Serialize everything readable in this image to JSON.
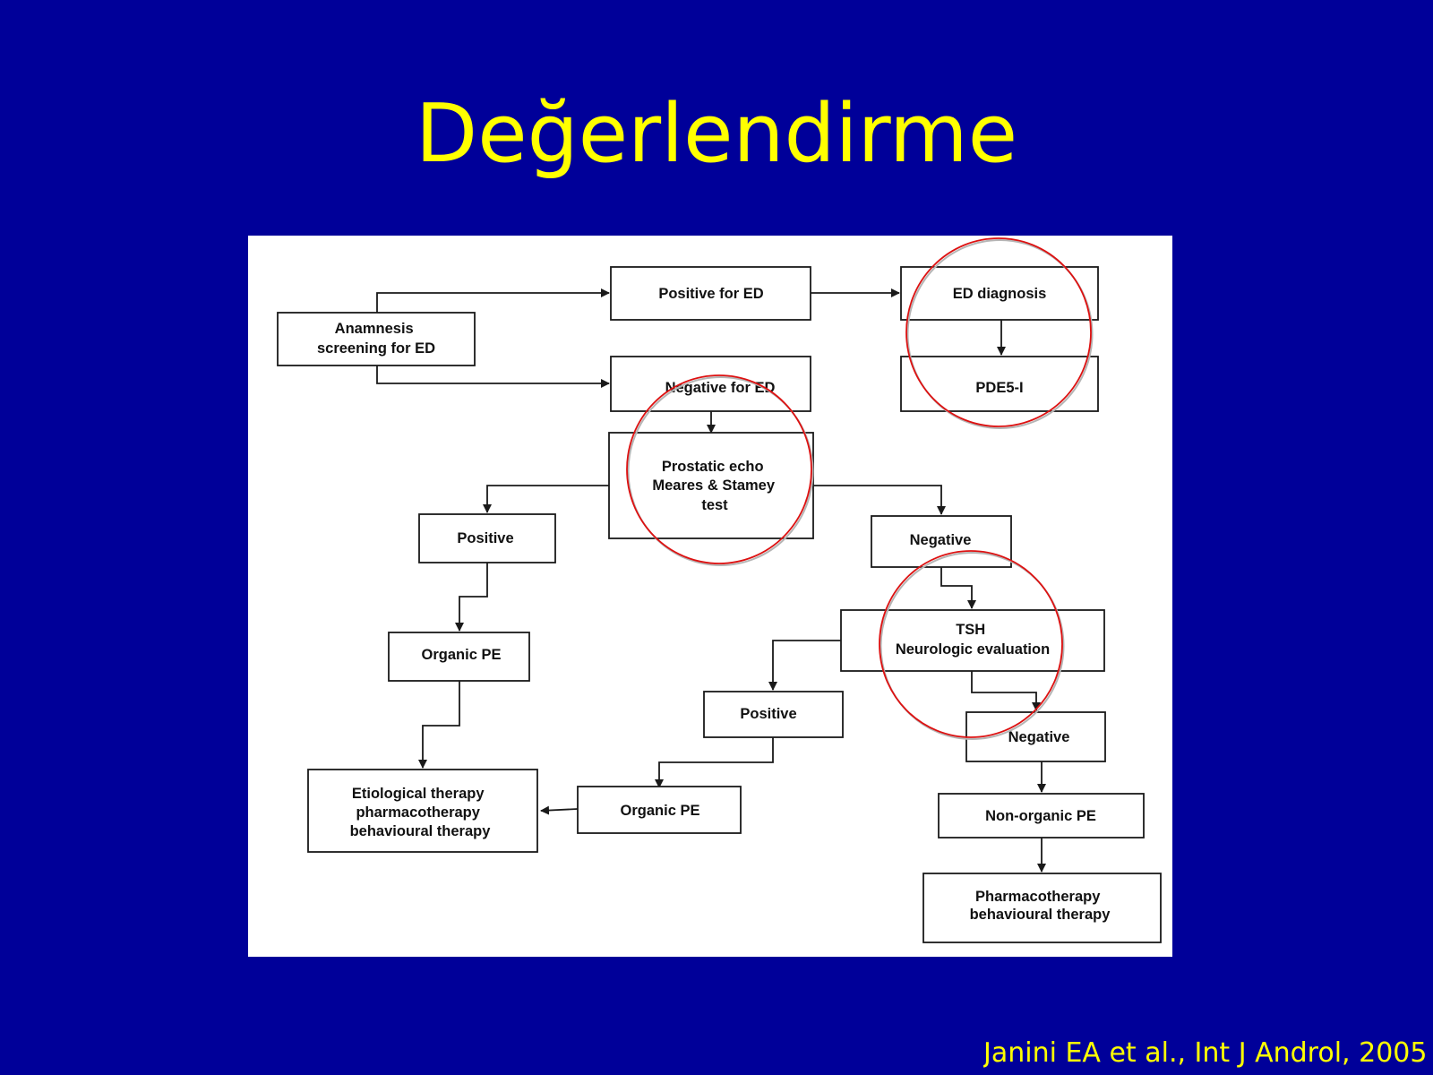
{
  "slide": {
    "title": "Değerlendirme",
    "citation": "Janini EA et al., Int J Androl, 2005"
  },
  "flowchart": {
    "boxes": {
      "anamnesis": [
        "Anamnesis",
        "screening for ED"
      ],
      "positive_ed": [
        "Positive for ED"
      ],
      "ed_diagnosis": [
        "ED diagnosis"
      ],
      "negative_ed": [
        "Negative for ED"
      ],
      "pde5": [
        "PDE5-I"
      ],
      "prostatic": [
        "Prostatic echo",
        "Meares & Stamey",
        "test"
      ],
      "positive_left": [
        "Positive"
      ],
      "negative_right": [
        "Negative"
      ],
      "organic_pe_left": [
        "Organic PE"
      ],
      "tsh": [
        "TSH",
        "Neurologic evaluation"
      ],
      "positive_mid": [
        "Positive"
      ],
      "negative_lower": [
        "Negative"
      ],
      "etiological": [
        "Etiological therapy",
        "pharmacotherapy",
        "behavioural therapy"
      ],
      "organic_pe_mid": [
        "Organic PE"
      ],
      "non_organic_pe": [
        "Non-organic PE"
      ],
      "pharmacotherapy": [
        "Pharmacotherapy",
        "behavioural therapy"
      ]
    }
  },
  "colors": {
    "background": "#000099",
    "title": "#ffff00",
    "highlight_circle": "#dd1111"
  }
}
